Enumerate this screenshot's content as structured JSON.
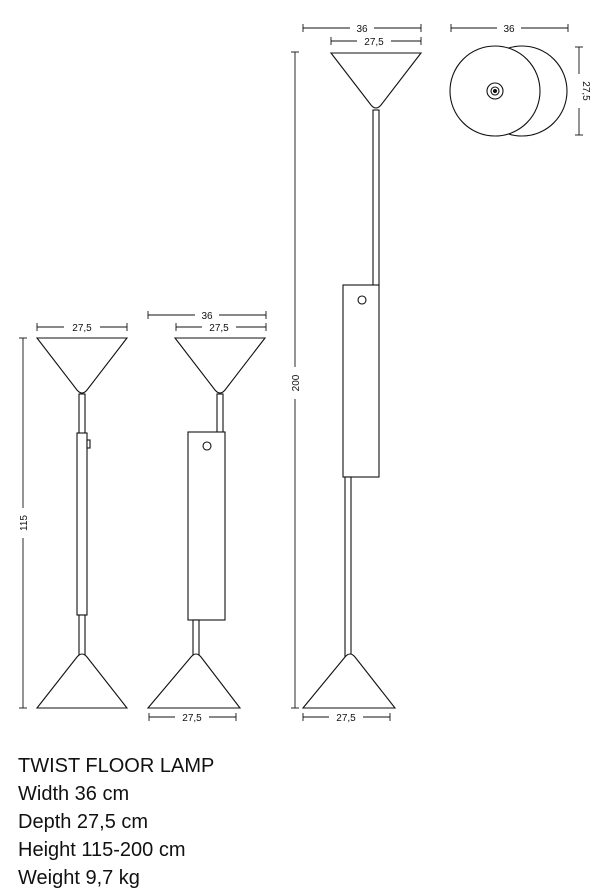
{
  "product": {
    "name": "TWIST FLOOR LAMP",
    "specs": [
      "Width 36 cm",
      "Depth 27,5 cm",
      "Height 115-200 cm",
      "Weight 9,7 kg"
    ]
  },
  "dimensions": {
    "width": "36",
    "depth": "27,5",
    "min_height": "115",
    "max_height": "200"
  },
  "colors": {
    "line": "#111111",
    "background": "#ffffff"
  }
}
